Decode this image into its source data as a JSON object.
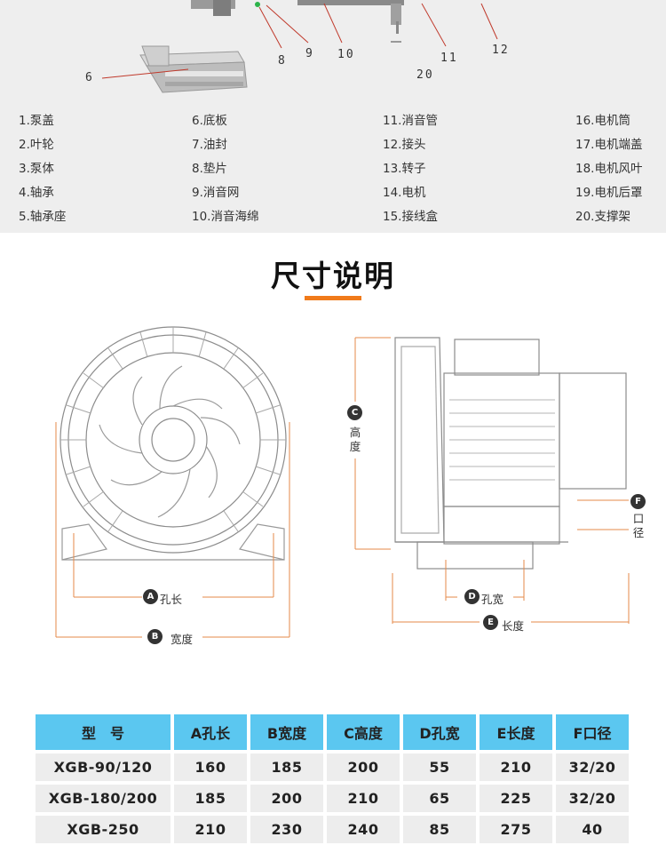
{
  "callouts": [
    "6",
    "8",
    "9",
    "10",
    "11",
    "12",
    "20"
  ],
  "parts": {
    "col1": [
      "1.泵盖",
      "2.叶轮",
      "3.泵体",
      "4.轴承",
      "5.轴承座"
    ],
    "col2": [
      "6.底板",
      "7.油封",
      "8.垫片",
      "9.消音网",
      "10.消音海绵"
    ],
    "col3": [
      "11.消音管",
      "12.接头",
      "13.转子",
      "14.电机",
      "15.接线盒"
    ],
    "col4": [
      "16.电机筒",
      "17.电机端盖",
      "18.电机风叶",
      "19.电机后罩",
      "20.支撑架"
    ]
  },
  "dimension": {
    "title": "尺寸说明",
    "accent": "#f07a1a",
    "a": {
      "badge": "A",
      "label": "孔长"
    },
    "b": {
      "badge": "B",
      "label": "宽度"
    },
    "c": {
      "badge": "C",
      "label": "高度"
    },
    "d": {
      "badge": "D",
      "label": "孔宽"
    },
    "e": {
      "badge": "E",
      "label": "长度"
    },
    "f": {
      "badge": "F",
      "label": "口径"
    }
  },
  "table": {
    "header_color": "#5bc7f0",
    "headers": [
      "型　号",
      "A孔长",
      "B宽度",
      "C高度",
      "D孔宽",
      "E长度",
      "F口径"
    ],
    "rows": [
      [
        "XGB-90/120",
        "160",
        "185",
        "200",
        "55",
        "210",
        "32/20"
      ],
      [
        "XGB-180/200",
        "185",
        "200",
        "210",
        "65",
        "225",
        "32/20"
      ],
      [
        "XGB-250",
        "210",
        "230",
        "240",
        "85",
        "275",
        "40"
      ]
    ]
  }
}
